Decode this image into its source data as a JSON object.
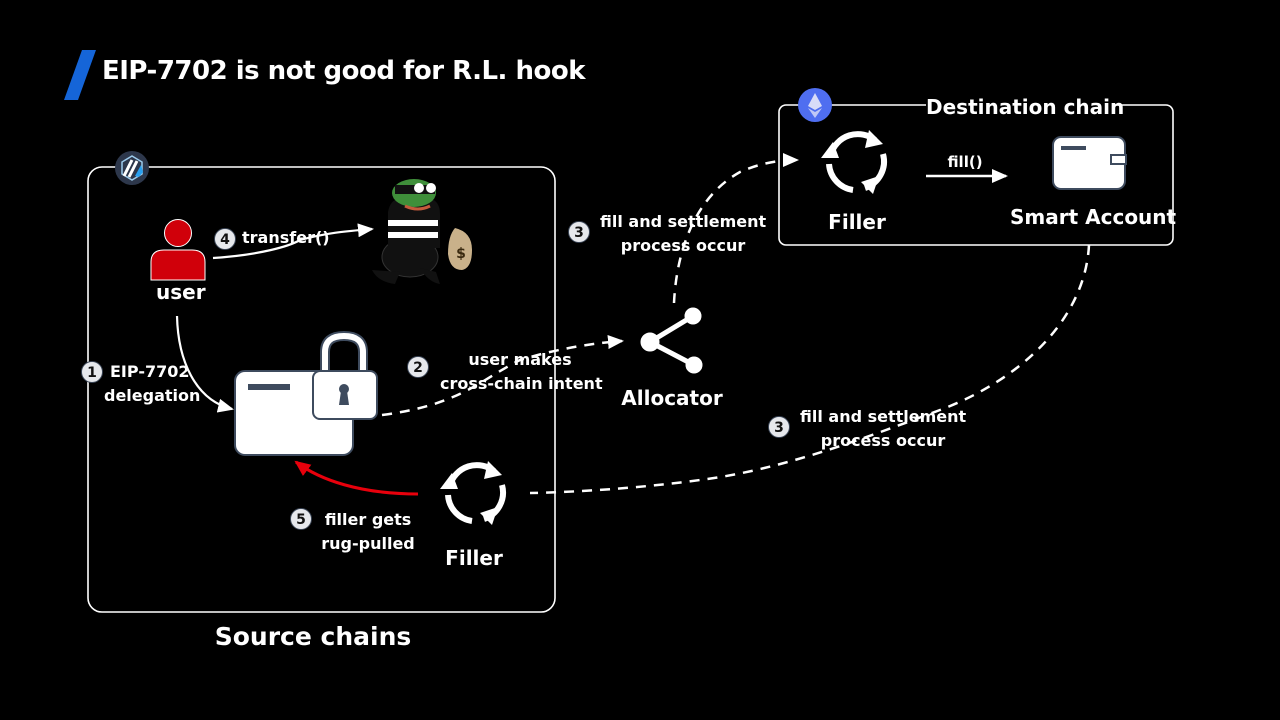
{
  "title": "EIP-7702 is not good for R.L. hook",
  "colors": {
    "background": "#000000",
    "accent_slash": "#1565d8",
    "user_red": "#d0000a",
    "rug_arrow": "#e8000c",
    "wallet_stroke": "#3e4b5e",
    "arbitrum_badge": "#2d374b",
    "arbitrum_blue": "#28a0f0",
    "ethereum_badge": "#4f6ef0"
  },
  "source_chains": {
    "label": "Source chains",
    "chain_icon": "arbitrum-logo-icon",
    "user": {
      "label": "user",
      "icon": "user-icon"
    },
    "thief": {
      "icon": "pepe-thief-image"
    },
    "delegated_wallet": {
      "icon": "locked-wallet-icon"
    },
    "filler": {
      "label": "Filler",
      "icon": "cycle-arrows-icon"
    }
  },
  "allocator": {
    "label": "Allocator",
    "icon": "share-nodes-icon"
  },
  "destination_chain": {
    "label": "Destination chain",
    "chain_icon": "ethereum-logo-icon",
    "filler": {
      "label": "Filler",
      "icon": "cycle-arrows-icon"
    },
    "smart_account": {
      "label": "Smart Account",
      "icon": "wallet-icon"
    },
    "fill_call": "fill()"
  },
  "steps": [
    {
      "number": "1",
      "lines": [
        "EIP-7702",
        "delegation"
      ]
    },
    {
      "number": "2",
      "lines": [
        "user makes",
        "cross-chain intent"
      ]
    },
    {
      "number": "3",
      "lines": [
        "fill and settlement",
        "process occur"
      ]
    },
    {
      "number": "3",
      "lines": [
        "fill and settlement",
        "process occur"
      ]
    },
    {
      "number": "4",
      "lines": [
        "transfer()"
      ]
    },
    {
      "number": "5",
      "lines": [
        "filler gets",
        "rug-pulled"
      ]
    }
  ]
}
